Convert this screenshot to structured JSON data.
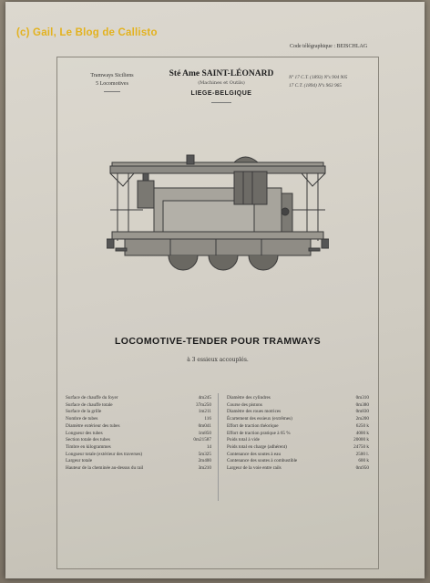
{
  "watermark": "(c) Gail, Le Blog de Callisto",
  "telegraph_code": "Code télégraphique : BEISCHLAG",
  "header": {
    "left_line1": "Tramways Siciliens",
    "left_line2": "5 Locomotives",
    "company": "Sté Ame SAINT-LÉONARD",
    "company_sub": "(Machines et Outils)",
    "city": "LIEGE-BELGIQUE",
    "right_line1": "Nº 17 C.T. (1893) Nºs 904 905",
    "right_line2": "17 C.T. (1894) Nºs 963 965"
  },
  "title": "LOCOMOTIVE-TENDER POUR TRAMWAYS",
  "subtitle": "à 3 essieux accouplés.",
  "specs_left": [
    {
      "label": "Surface de chauffe du foyer",
      "value": "4m245"
    },
    {
      "label": "Surface de chauffe totale",
      "value": "37m250"
    },
    {
      "label": "Surface de la grille",
      "value": "1m211"
    },
    {
      "label": "Nombre de tubes",
      "value": "116"
    },
    {
      "label": "Diamètre extérieur des tubes",
      "value": "0m041"
    },
    {
      "label": "Longueur des tubes",
      "value": "1m850"
    },
    {
      "label": "Section totale des tubes",
      "value": "0m21587"
    },
    {
      "label": "Timbre en kilogrammes",
      "value": "14"
    },
    {
      "label": "Longueur totale (extérieur des traverses)",
      "value": "5m325"
    },
    {
      "label": "Largeur totale",
      "value": "2m400"
    },
    {
      "label": "Hauteur de la cheminée au-dessus du rail",
      "value": "3m210"
    }
  ],
  "specs_right": [
    {
      "label": "Diamètre des cylindres",
      "value": "0m310"
    },
    {
      "label": "Course des pistons",
      "value": "0m380"
    },
    {
      "label": "Diamètre des roues motrices",
      "value": "0m830"
    },
    {
      "label": "Écartement des essieux (extrêmes)",
      "value": "2m200"
    },
    {
      "label": "Effort de traction théorique",
      "value": "6250 k"
    },
    {
      "label": "Effort de traction pratique à 65 %",
      "value": "4000 k"
    },
    {
      "label": "Poids total à vide",
      "value": "20000 k"
    },
    {
      "label": "Poids total en charge (adhérent)",
      "value": "24750 k"
    },
    {
      "label": "Contenance des soutes à eau",
      "value": "2500 l."
    },
    {
      "label": "Contenance des soutes à combustible",
      "value": "600 k"
    },
    {
      "label": "Largeur de la voie entre rails",
      "value": "0m950"
    }
  ]
}
